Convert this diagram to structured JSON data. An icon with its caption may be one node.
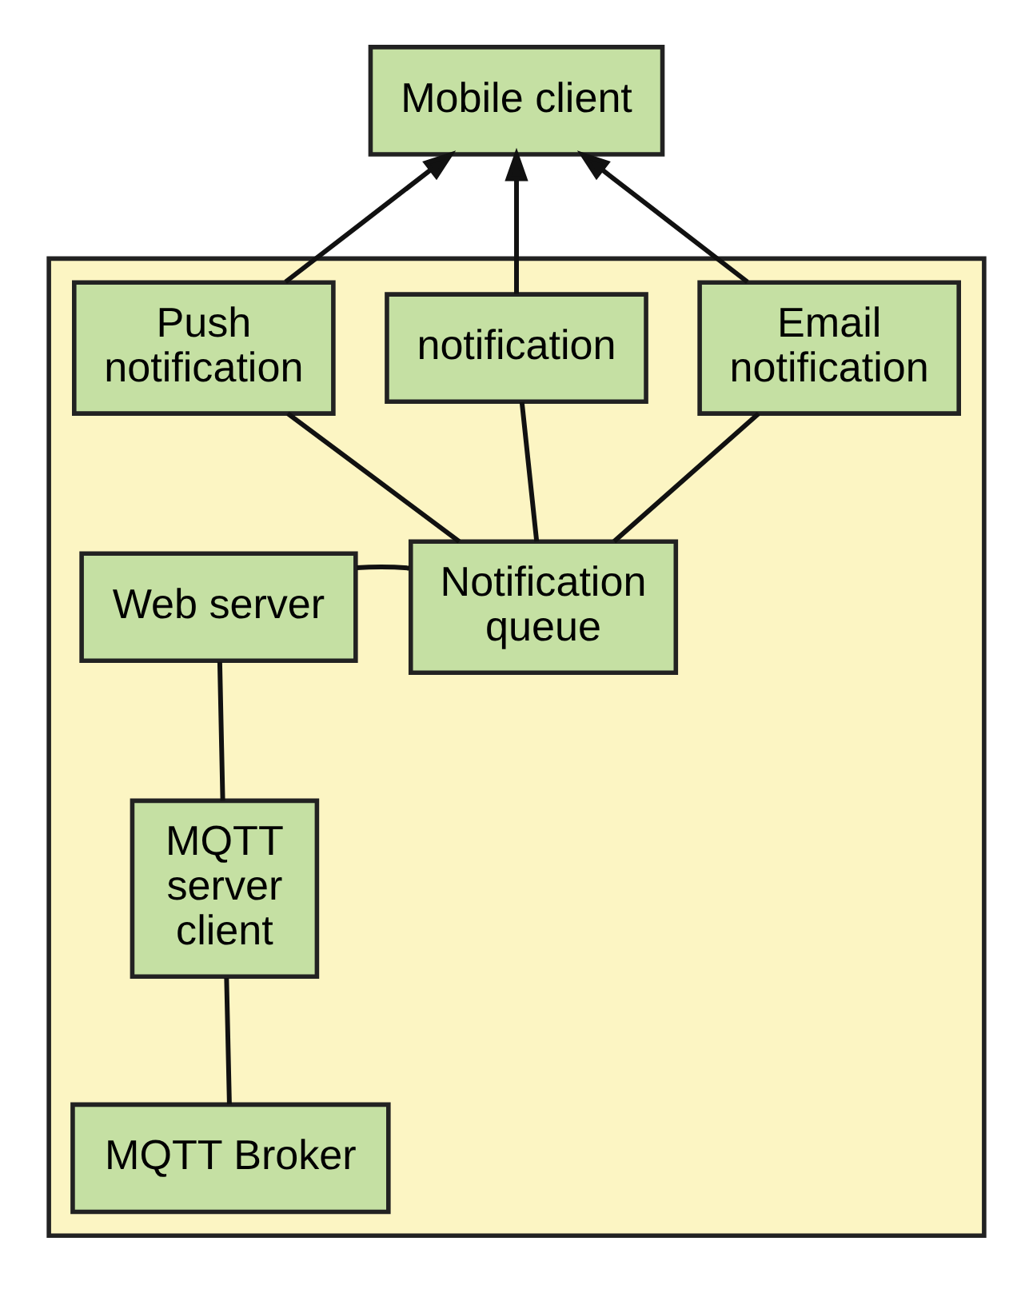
{
  "diagram": {
    "nodes": [
      {
        "text": [
          "Mobile client"
        ]
      },
      {
        "text": [],
        "shape": "box"
      },
      {
        "text": [
          "Push notification"
        ],
        "in": 1
      },
      {
        "text": [
          "notification"
        ],
        "in": 1
      },
      {
        "text": [
          "Email notification"
        ],
        "in": 1
      },
      {
        "text": [
          "Notification queue"
        ],
        "in": 1
      },
      {
        "text": [
          "Web server"
        ],
        "in": 1
      },
      {
        "text": [
          "MQTT server client"
        ],
        "in": 1
      },
      {
        "text": [
          "MQTT Broker"
        ],
        "in": 1
      }
    ],
    "edges": [
      {
        "from": 2,
        "to": 0,
        "arrow": "to"
      },
      {
        "from": 3,
        "to": 0,
        "arrow": "to"
      },
      {
        "from": 4,
        "to": 0,
        "arrow": "to"
      },
      {
        "from": 2,
        "to": 5,
        "arrow": "none"
      },
      {
        "from": 3,
        "to": 5,
        "arrow": "none"
      },
      {
        "from": 4,
        "to": 5,
        "arrow": "none"
      },
      {
        "from": 6,
        "to": 5,
        "arrow": "none"
      },
      {
        "from": 6,
        "to": 7,
        "arrow": "none"
      },
      {
        "from": 7,
        "to": 8,
        "arrow": "none"
      }
    ]
  }
}
